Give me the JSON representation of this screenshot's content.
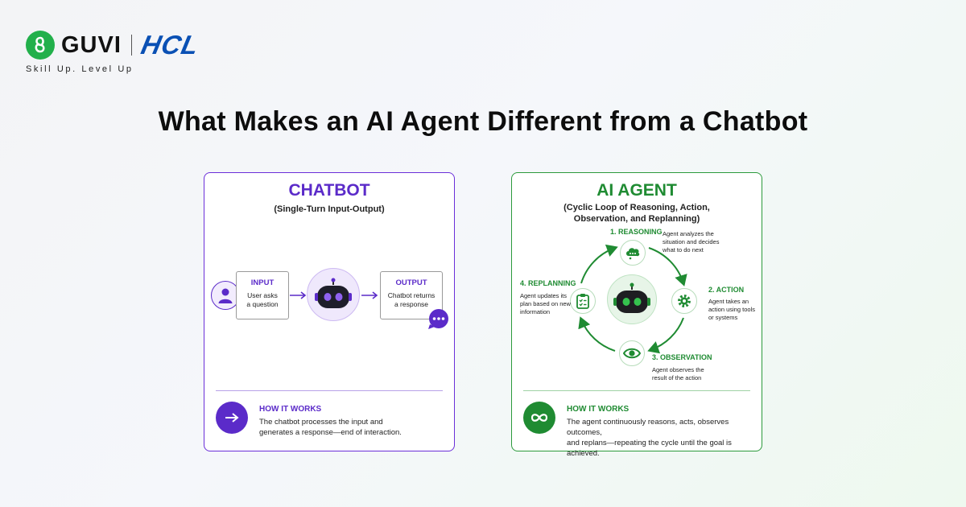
{
  "brand": {
    "guvi": "GUVI",
    "hcl": "HCL",
    "tagline": "Skill Up. Level Up"
  },
  "page_title": "What Makes an AI Agent Different from a Chatbot",
  "chatbot": {
    "title": "CHATBOT",
    "subtitle": "(Single-Turn Input-Output)",
    "input": {
      "title": "INPUT",
      "lines": [
        "User asks",
        "a question"
      ]
    },
    "output": {
      "title": "OUTPUT",
      "lines": [
        "Chatbot returns",
        "a response"
      ]
    },
    "how_title": "HOW IT WORKS",
    "how_lines": [
      "The chatbot processes the input and",
      "generates a response—end of interaction."
    ]
  },
  "agent": {
    "title": "AI AGENT",
    "subtitle_lines": [
      "(Cyclic Loop of Reasoning, Action,",
      "Observation, and Replanning)"
    ],
    "steps": [
      {
        "title": "1. REASONING",
        "lines": [
          "Agent analyzes the",
          "situation and decides",
          "what to do next"
        ]
      },
      {
        "title": "2. ACTION",
        "lines": [
          "Agent takes an",
          "action using tools",
          "or systems"
        ]
      },
      {
        "title": "3. OBSERVATION",
        "lines": [
          "Agent observes the",
          "result of the action"
        ]
      },
      {
        "title": "4. REPLANNING",
        "lines": [
          "Agent updates its",
          "plan based on new",
          "information"
        ]
      }
    ],
    "how_title": "HOW IT WORKS",
    "how_lines": [
      "The agent continuously reasons, acts, observes outcomes,",
      "and replans—repeating the cycle until the goal is achieved."
    ]
  },
  "colors": {
    "chatbot_accent": "#5b2bc9",
    "agent_accent": "#1f8b32",
    "guvi_green": "#22b04b",
    "hcl_blue": "#0a50b4"
  }
}
